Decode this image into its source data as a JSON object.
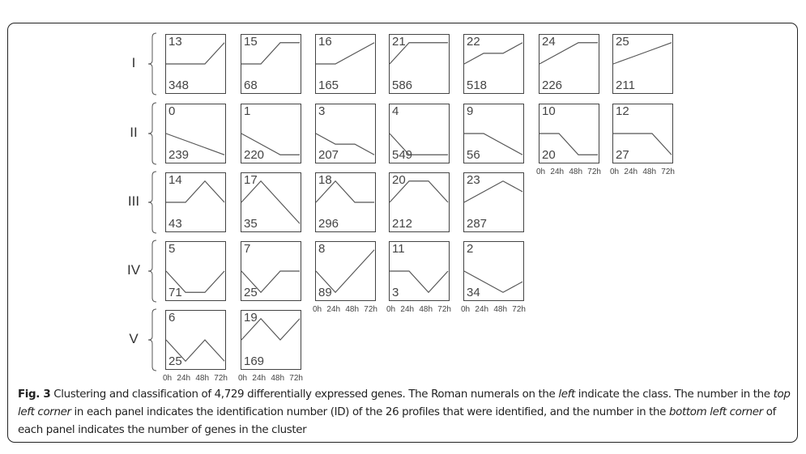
{
  "figure": {
    "classes": [
      {
        "label": "I",
        "profiles": [
          {
            "id": "13",
            "count": "348",
            "values": [
              0,
              0,
              0,
              1
            ]
          },
          {
            "id": "15",
            "count": "68",
            "values": [
              0,
              0,
              1,
              1
            ]
          },
          {
            "id": "16",
            "count": "165",
            "values": [
              0,
              0,
              1,
              2
            ]
          },
          {
            "id": "21",
            "count": "586",
            "values": [
              0,
              1,
              1,
              1
            ]
          },
          {
            "id": "22",
            "count": "518",
            "values": [
              0,
              1,
              1,
              2
            ]
          },
          {
            "id": "24",
            "count": "226",
            "values": [
              0,
              1,
              2,
              2
            ]
          },
          {
            "id": "25",
            "count": "211",
            "values": [
              0,
              1,
              2,
              3
            ]
          }
        ]
      },
      {
        "label": "II",
        "profiles": [
          {
            "id": "0",
            "count": "239",
            "values": [
              0,
              -1,
              -2,
              -3
            ]
          },
          {
            "id": "1",
            "count": "220",
            "values": [
              0,
              -1,
              -2,
              -2
            ]
          },
          {
            "id": "3",
            "count": "207",
            "values": [
              0,
              -1,
              -1,
              -2
            ]
          },
          {
            "id": "4",
            "count": "549",
            "values": [
              0,
              -1,
              -1,
              -1
            ]
          },
          {
            "id": "9",
            "count": "56",
            "values": [
              0,
              0,
              -1,
              -2
            ]
          },
          {
            "id": "10",
            "count": "20",
            "values": [
              0,
              0,
              -1,
              -1
            ]
          },
          {
            "id": "12",
            "count": "27",
            "values": [
              0,
              0,
              0,
              -1
            ]
          }
        ]
      },
      {
        "label": "III",
        "profiles": [
          {
            "id": "14",
            "count": "43",
            "values": [
              0,
              0,
              1,
              0
            ]
          },
          {
            "id": "17",
            "count": "35",
            "values": [
              0,
              1,
              0,
              -1
            ]
          },
          {
            "id": "18",
            "count": "296",
            "values": [
              0,
              1,
              0,
              0
            ]
          },
          {
            "id": "20",
            "count": "212",
            "values": [
              0,
              1,
              1,
              0
            ]
          },
          {
            "id": "23",
            "count": "287",
            "values": [
              0,
              1,
              2,
              1
            ]
          }
        ]
      },
      {
        "label": "IV",
        "profiles": [
          {
            "id": "5",
            "count": "71",
            "values": [
              0,
              -1,
              -1,
              0
            ]
          },
          {
            "id": "7",
            "count": "25",
            "values": [
              0,
              -1,
              0,
              0
            ]
          },
          {
            "id": "8",
            "count": "89",
            "values": [
              0,
              -1,
              0,
              1
            ]
          },
          {
            "id": "11",
            "count": "3",
            "values": [
              0,
              0,
              -1,
              0
            ]
          },
          {
            "id": "2",
            "count": "34",
            "values": [
              0,
              -1,
              -2,
              -1
            ]
          }
        ]
      },
      {
        "label": "V",
        "profiles": [
          {
            "id": "6",
            "count": "25",
            "values": [
              0,
              -1,
              0,
              -1
            ]
          },
          {
            "id": "19",
            "count": "169",
            "values": [
              0,
              1,
              0,
              1
            ]
          }
        ]
      }
    ],
    "time_points": [
      "0h",
      "24h",
      "48h",
      "72h"
    ],
    "line_color": "#555555"
  },
  "caption": {
    "label": "Fig. 3",
    "text1": " Clustering and classification of 4,729 differentially expressed genes. The Roman numerals on the ",
    "em1": "left",
    "text2": " indicate the class. The number in the ",
    "em2": "top left corner",
    "text3": " in each panel indicates the identification number (ID) of the 26 profiles that were identified, and the number in the ",
    "em3": "bottom left corner",
    "text4": " of each panel indicates the number of genes in the cluster"
  }
}
